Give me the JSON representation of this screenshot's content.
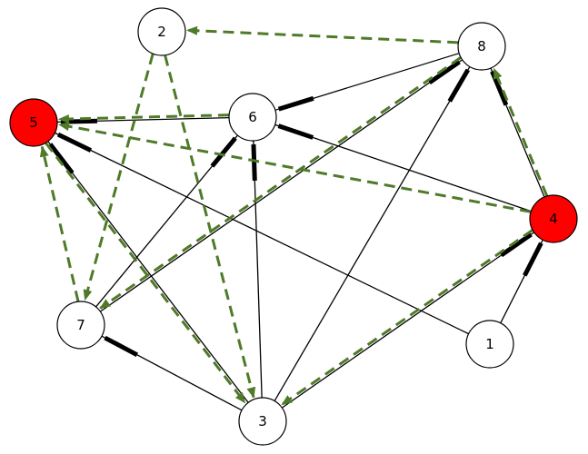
{
  "colors": {
    "edge": "#000000",
    "arrow": "#4f7a28",
    "node_fill_default": "#ffffff",
    "node_fill_highlight": "#ff0000",
    "node_stroke": "#000000"
  },
  "nodes": [
    {
      "id": "1",
      "label": "1",
      "highlighted": false
    },
    {
      "id": "2",
      "label": "2",
      "highlighted": false
    },
    {
      "id": "3",
      "label": "3",
      "highlighted": false
    },
    {
      "id": "4",
      "label": "4",
      "highlighted": true
    },
    {
      "id": "5",
      "label": "5",
      "highlighted": true
    },
    {
      "id": "6",
      "label": "6",
      "highlighted": false
    },
    {
      "id": "7",
      "label": "7",
      "highlighted": false
    },
    {
      "id": "8",
      "label": "8",
      "highlighted": false
    }
  ],
  "edges": [
    {
      "from": "5",
      "to": "6"
    },
    {
      "from": "5",
      "to": "1"
    },
    {
      "from": "5",
      "to": "3"
    },
    {
      "from": "6",
      "to": "8"
    },
    {
      "from": "6",
      "to": "7"
    },
    {
      "from": "6",
      "to": "3"
    },
    {
      "from": "6",
      "to": "4"
    },
    {
      "from": "8",
      "to": "7"
    },
    {
      "from": "8",
      "to": "3"
    },
    {
      "from": "8",
      "to": "4"
    },
    {
      "from": "4",
      "to": "3"
    },
    {
      "from": "4",
      "to": "1"
    },
    {
      "from": "7",
      "to": "3"
    }
  ],
  "arrows": [
    {
      "from": "8",
      "to": "2"
    },
    {
      "from": "2",
      "to": "7"
    },
    {
      "from": "2",
      "to": "3"
    },
    {
      "from": "6",
      "to": "5"
    },
    {
      "from": "4",
      "to": "5"
    },
    {
      "from": "4",
      "to": "8"
    },
    {
      "from": "4",
      "to": "3"
    },
    {
      "from": "8",
      "to": "7"
    },
    {
      "from": "7",
      "to": "5"
    },
    {
      "from": "5",
      "to": "3"
    }
  ]
}
